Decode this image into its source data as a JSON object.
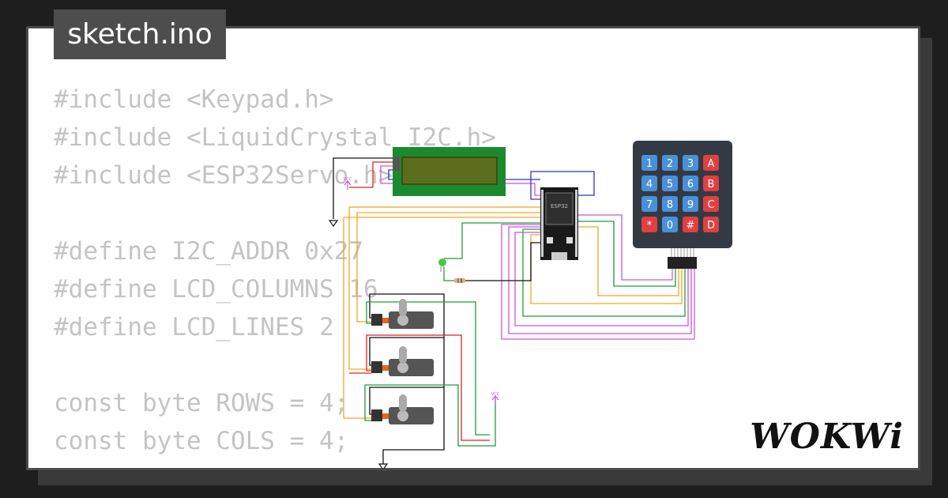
{
  "tab": {
    "filename": "sketch.ino"
  },
  "code": {
    "lines": [
      "#include <Keypad.h>",
      "#include <LiquidCrystal_I2C.h>",
      "#include <ESP32Servo.h>",
      "",
      "#define I2C_ADDR 0x27",
      "#define LCD_COLUMNS 16",
      "#define LCD_LINES 2",
      "",
      "const byte ROWS = 4;",
      "const byte COLS = 4;"
    ]
  },
  "board": {
    "label": "ESP32"
  },
  "keypad": {
    "keys": [
      "1",
      "2",
      "3",
      "A",
      "4",
      "5",
      "6",
      "B",
      "7",
      "8",
      "9",
      "C",
      "*",
      "0",
      "#",
      "D"
    ]
  },
  "vcc_label": "VCC",
  "brand": {
    "logo": "WOKWi"
  },
  "colors": {
    "code_text": "#c4c4c4",
    "lcd_green": "#1b8a2e",
    "lcd_screen": "#4a5d16",
    "key_blue": "#4a90d9",
    "key_red": "#e04040",
    "wire_orange": "#f2a623",
    "wire_green": "#1e9e3c",
    "wire_violet": "#cc55dd",
    "wire_red": "#dd2222",
    "wire_blue": "#3333bb"
  }
}
